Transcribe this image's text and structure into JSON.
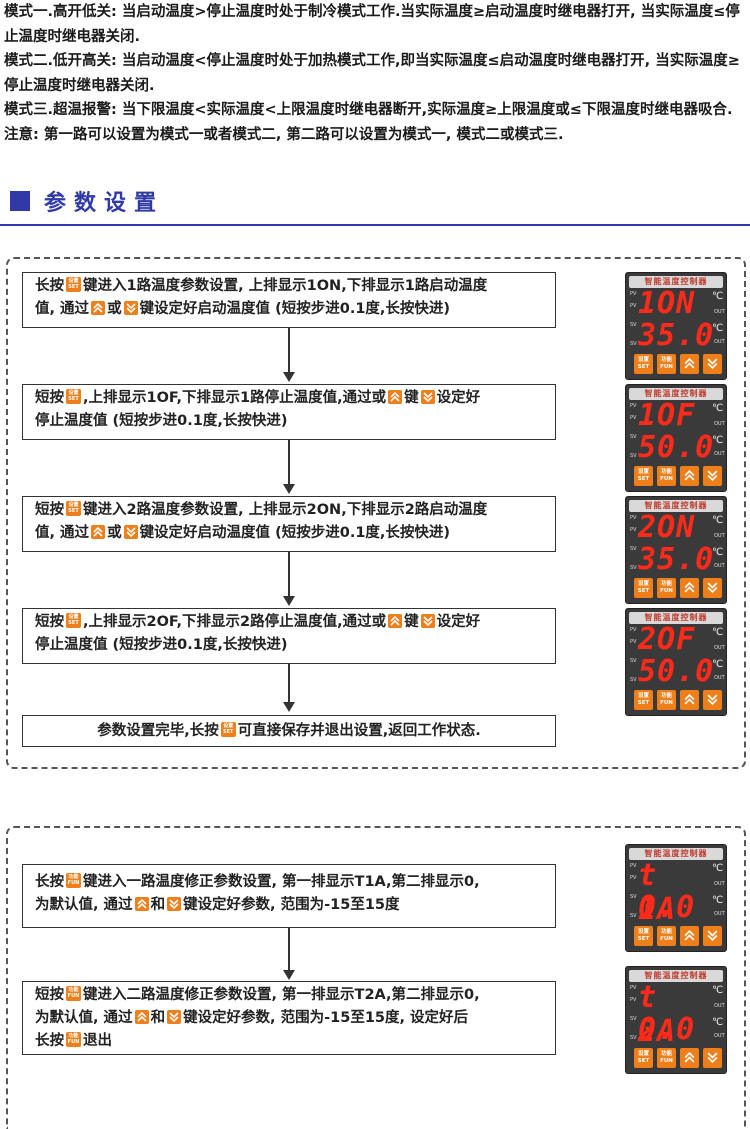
{
  "intro": {
    "mode1": "模式一.高开低关: 当启动温度>停止温度时处于制冷模式工作.当实际温度≥启动温度时继电器打开, 当实际温度≤停止温度时继电器关闭.",
    "mode2": "模式二.低开高关: 当启动温度<停止温度时处于加热模式工作,即当实际温度≤启动温度时继电器打开, 当实际温度≥停止温度时继电器关闭.",
    "mode3": "模式三.超温报警: 当下限温度<实际温度<上限温度时继电器断开,实际温度≥上限温度或≤下限温度时继电器吸合.",
    "note": "注意: 第一路可以设置为模式一或者模式二, 第二路可以设置为模式一, 模式二或模式三."
  },
  "section_title": "参数设置",
  "keys": {
    "set_cn": "设置",
    "set_en": "SET",
    "fun_cn": "功能",
    "fun_en": "FUN"
  },
  "steps1": [
    {
      "t1": "长按",
      "t2": "键进入1路温度参数设置, 上排显示1ON,下排显示1路启动温度",
      "t3": "值, 通过",
      "t4": "或",
      "t5": "键设定好启动温度值 (短按步进0.1度,长按快进)"
    },
    {
      "t1": "短按",
      "t2": ",上排显示1OF,下排显示1路停止温度值,通过或",
      "t3": "键",
      "t4": "设定好",
      "t5": "停止温度值 (短按步进0.1度,长按快进)"
    },
    {
      "t1": "短按",
      "t2": "键进入2路温度参数设置, 上排显示2ON,下排显示2路启动温度",
      "t3": "值, 通过",
      "t4": "或",
      "t5": "键设定好启动温度值 (短按步进0.1度,长按快进)"
    },
    {
      "t1": "短按",
      "t2": ",上排显示2OF,下排显示2路停止温度值,通过或",
      "t3": "键",
      "t4": "设定好",
      "t5": "停止温度值 (短按步进0.1度,长按快进)"
    }
  ],
  "final_step": {
    "t1": "参数设置完毕,长按",
    "t2": "可直接保存并退出设置,返回工作状态."
  },
  "steps2": [
    {
      "t1": "长按",
      "t2": "键进入一路温度修正参数设置, 第一排显示T1A,第二排显示0,",
      "t3": "为默认值, 通过",
      "t4": "和",
      "t5": "键设定好参数, 范围为-15至15度"
    },
    {
      "t1": "短按",
      "t2": "键进入二路温度修正参数设置, 第一排显示T2A,第二排显示0,",
      "t3": "为默认值, 通过",
      "t4": "和",
      "t5": "键设定好参数, 范围为-15至15度, 设定好后",
      "t6": "长按",
      "t7": "退出"
    }
  ],
  "device": {
    "header": "智能温度控制器",
    "pv": "PV",
    "sv": "SV",
    "out": "OUT",
    "unit": "℃",
    "displays": [
      {
        "top": "1ON",
        "bottom": "35.0"
      },
      {
        "top": "1OF",
        "bottom": "50.0"
      },
      {
        "top": "2ON",
        "bottom": "35.0"
      },
      {
        "top": "2OF",
        "bottom": "50.0"
      },
      {
        "top": "t 1A",
        "bottom": "0.0"
      },
      {
        "top": "t 2A",
        "bottom": "0.0"
      }
    ]
  },
  "colors": {
    "accent": "#2f3aa8",
    "key": "#ef7f1a",
    "segment": "#ff2a1a"
  }
}
